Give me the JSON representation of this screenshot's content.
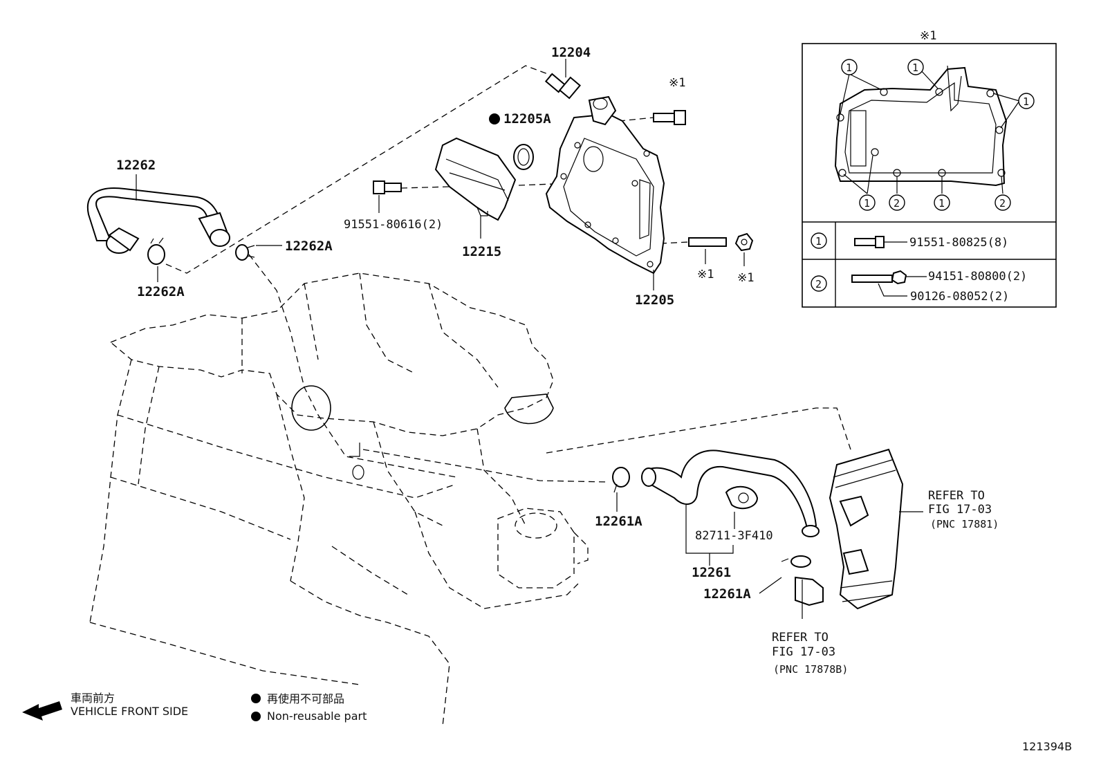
{
  "labels": {
    "p12204": "12204",
    "p12205A": "12205A",
    "p12262": "12262",
    "p12262A_top": "12262A",
    "p12262A_bottom": "12262A",
    "p91551_80616": "91551-80616(2)",
    "p12215": "12215",
    "mark1_bolt": "※1",
    "mark1_stud": "※1",
    "mark1_nut": "※1",
    "p12205": "12205",
    "p12261A_left": "12261A",
    "p82711": "82711-3F410",
    "p12261": "12261",
    "p12261A_right": "12261A",
    "refer1_line1": "REFER TO",
    "refer1_line2": "FIG 17-03",
    "refer1_line3": "(PNC 17881)",
    "refer2_line1": "REFER TO",
    "refer2_line2": "FIG 17-03",
    "refer2_line3": "(PNC 17878B)"
  },
  "inset": {
    "title": "※1",
    "callout": "1",
    "callout2": "2",
    "row1_key": "1",
    "row1_part": "91551-80825(8)",
    "row2_key": "2",
    "row2_part_a": "94151-80800(2)",
    "row2_part_b": "90126-08052(2)"
  },
  "legend": {
    "front_jp": "車両前方",
    "front_en": "VEHICLE FRONT SIDE",
    "nonreuse_jp": "再使用不可部品",
    "nonreuse_en": "Non-reusable part"
  },
  "figure_id": "121394B"
}
